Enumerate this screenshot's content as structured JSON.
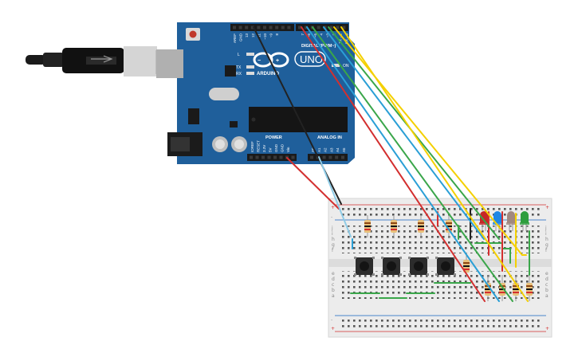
{
  "board": {
    "logo_text": "ARDUINO",
    "model_badge": "UNO",
    "digital_label": "DIGITAL (PWM~)",
    "power_label": "POWER",
    "analog_label": "ANALOG IN",
    "top_pins": [
      "AREF",
      "GND",
      "13",
      "12",
      "~11",
      "~10",
      "~9",
      "8",
      "7",
      "~6",
      "~5",
      "4",
      "~3",
      "2",
      "TX→1",
      "RX←0"
    ],
    "bottom_pins": [
      "IOREF",
      "RESET",
      "3.3V",
      "5V",
      "GND",
      "GND",
      "Vin",
      "A0",
      "A1",
      "A2",
      "A3",
      "A4",
      "A5"
    ],
    "led_labels": [
      "L",
      "TX",
      "RX",
      "ON"
    ]
  },
  "breadboard": {
    "row_letters_top": [
      "j",
      "i",
      "h",
      "g",
      "f"
    ],
    "row_letters_bottom": [
      "e",
      "d",
      "c",
      "b",
      "a"
    ],
    "rail_plus": "+",
    "rail_minus": "-"
  },
  "components": {
    "leds": [
      {
        "color": "#c62828"
      },
      {
        "color": "#1e88e5"
      },
      {
        "color": "#a1887f"
      },
      {
        "color": "#2e9e3e"
      }
    ],
    "pushbutton_count": 4
  },
  "colors": {
    "board": "#1f5f9b",
    "breadboard": "#ececec",
    "wire_red": "#d32f2f",
    "wire_yellow": "#f4d000",
    "wire_green": "#3aa64a",
    "wire_blue": "#2a9fd6",
    "wire_black": "#222222"
  }
}
